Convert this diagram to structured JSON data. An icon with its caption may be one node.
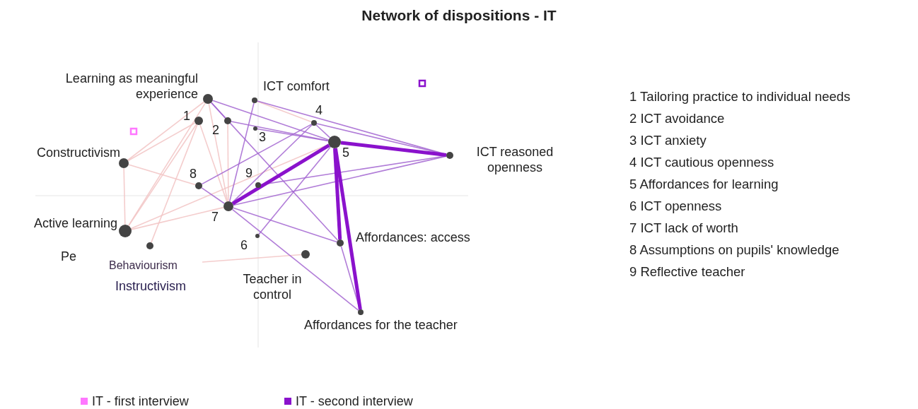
{
  "diagram": {
    "title": "Network of dispositions - IT",
    "nodes": [
      {
        "text": [
          "Learning as meaningful experience"
        ]
      },
      {
        "text": [
          "1"
        ]
      },
      {
        "text": [
          "2"
        ]
      },
      {
        "text": [
          "3"
        ]
      },
      {
        "text": [
          "ICT comfort"
        ]
      },
      {
        "text": [
          "4"
        ]
      },
      {
        "text": [
          "5"
        ]
      },
      {
        "text": [
          "ICT reasoned openness"
        ]
      },
      {
        "text": [
          "Constructivism"
        ]
      },
      {
        "text": [
          "8"
        ]
      },
      {
        "text": [
          "9"
        ]
      },
      {
        "text": [
          "7"
        ]
      },
      {
        "text": [
          "Active learning"
        ]
      },
      {
        "text": [],
        "shape": "circle"
      },
      {
        "text": [
          "6"
        ]
      },
      {
        "text": [
          "Affordances: access"
        ]
      },
      {
        "text": [
          "Teacher in control"
        ]
      },
      {
        "text": [
          "Affordances for the teacher"
        ]
      },
      {
        "text": [
          "Behaviourism"
        ]
      }
    ],
    "edges": [
      {
        "from": 0,
        "to": 8,
        "arrow": "none",
        "color": "#f2c4c4"
      },
      {
        "from": 0,
        "to": 12,
        "arrow": "none",
        "color": "#f2c4c4"
      },
      {
        "from": 0,
        "to": 11,
        "arrow": "none",
        "color": "#f2c4c4"
      },
      {
        "from": 1,
        "to": 8,
        "arrow": "none",
        "color": "#f2c4c4"
      },
      {
        "from": 1,
        "to": 12,
        "arrow": "none",
        "color": "#f2c4c4"
      },
      {
        "from": 1,
        "to": 13,
        "arrow": "none",
        "color": "#f2c4c4"
      },
      {
        "from": 1,
        "to": 11,
        "arrow": "none",
        "color": "#f2c4c4"
      },
      {
        "from": 8,
        "to": 12,
        "arrow": "none",
        "color": "#f2c4c4"
      },
      {
        "from": 8,
        "to": 9,
        "arrow": "none",
        "color": "#f2c4c4"
      },
      {
        "from": 12,
        "to": 11,
        "arrow": "none",
        "color": "#f2c4c4"
      },
      {
        "from": 12,
        "to": 6,
        "arrow": "none",
        "color": "#f2c4c4"
      },
      {
        "from": 18,
        "to": 16,
        "arrow": "none",
        "color": "#f2c4c4"
      },
      {
        "from": 4,
        "to": 5,
        "arrow": "none",
        "color": "#f2c4c4"
      },
      {
        "from": 2,
        "to": 11,
        "arrow": "none",
        "color": "#f2c4c4"
      },
      {
        "from": 0,
        "to": 15,
        "arrow": "none"
      },
      {
        "from": 0,
        "to": 2,
        "arrow": "none"
      },
      {
        "from": 2,
        "to": 6,
        "arrow": "none"
      },
      {
        "from": 3,
        "to": 6,
        "arrow": "none"
      },
      {
        "from": 4,
        "to": 7,
        "arrow": "none"
      },
      {
        "from": 4,
        "to": 11,
        "arrow": "none"
      },
      {
        "from": 5,
        "to": 9,
        "arrow": "none"
      },
      {
        "from": 5,
        "to": 7,
        "arrow": "none"
      },
      {
        "from": 5,
        "to": 11,
        "arrow": "none"
      },
      {
        "from": 9,
        "to": 11,
        "arrow": "none"
      },
      {
        "from": 10,
        "to": 7,
        "arrow": "none"
      },
      {
        "from": 11,
        "to": 7,
        "arrow": "none"
      },
      {
        "from": 11,
        "to": 15,
        "arrow": "none"
      },
      {
        "from": 11,
        "to": 17,
        "arrow": "none"
      },
      {
        "from": 14,
        "to": 6,
        "arrow": "none"
      },
      {
        "from": 15,
        "to": 17,
        "arrow": "none"
      },
      {
        "from": 0,
        "to": 6,
        "arrow": "none"
      },
      {
        "from": 5,
        "to": 6,
        "arrow": "none"
      },
      {
        "from": 6,
        "to": 7,
        "arrow": "none",
        "style": "thick",
        "color": "#8a12cc"
      },
      {
        "from": 6,
        "to": 11,
        "arrow": "none",
        "style": "thick",
        "color": "#8a12cc"
      },
      {
        "from": 6,
        "to": 15,
        "arrow": "none",
        "style": "thick",
        "color": "#8a12cc"
      },
      {
        "from": 6,
        "to": 17,
        "arrow": "none",
        "style": "thick",
        "color": "#8a12cc"
      }
    ],
    "labels": [
      "Pe",
      "Instructivism",
      "1 Tailoring practice to individual needs",
      "2 ICT avoidance",
      "3 ICT anxiety",
      "4 ICT cautious openness",
      "5 Affordances for learning",
      "6 ICT openness",
      "7 ICT lack of worth",
      "8 Assumptions on pupils' knowledge",
      "9 Reflective teacher"
    ],
    "legend": [
      {
        "text": "IT - first interview",
        "color": "#ff77ff"
      },
      {
        "text": "IT - second interview",
        "color": "#8a12cc"
      }
    ]
  }
}
